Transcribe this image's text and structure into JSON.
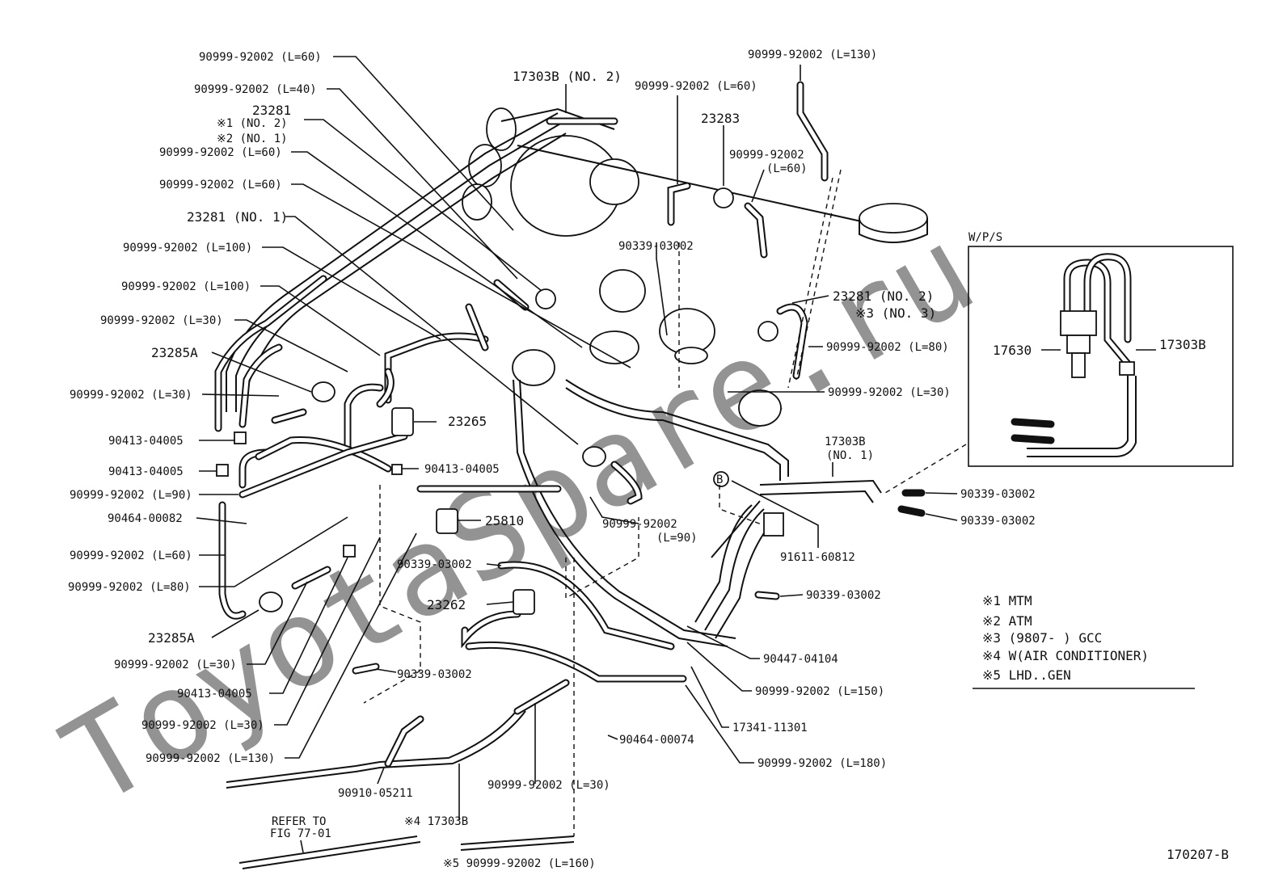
{
  "watermark": "ToyotaSpare.ru",
  "figure_id": "170207-B",
  "inset": {
    "label": "W/P/S",
    "part_left": "17630",
    "part_right": "17303B"
  },
  "labels": {
    "l1": "90999-92002 (L=60)",
    "l2": "90999-92002 (L=40)",
    "l3": "23281",
    "l3a": "※1 (NO. 2)",
    "l3b": "※2 (NO. 1)",
    "l4": "90999-92002 (L=60)",
    "l5": "90999-92002 (L=60)",
    "l6": "23281 (NO. 1)",
    "l7": "90999-92002 (L=100)",
    "l8": "90999-92002 (L=100)",
    "l9": "90999-92002 (L=30)",
    "l10": "23285A",
    "l11": "90999-92002 (L=30)",
    "l12": "90413-04005",
    "l13": "90413-04005",
    "l14": "90999-92002 (L=90)",
    "l15": "90464-00082",
    "l16": "90999-92002 (L=60)",
    "l17": "90999-92002 (L=80)",
    "l18": "23285A",
    "l19": "90999-92002 (L=30)",
    "l20": "90413-04005",
    "l21": "90999-92002 (L=30)",
    "l22": "90999-92002 (L=130)",
    "l23": "90910-05211",
    "l24": "REFER TO",
    "l24b": "FIG 77-01",
    "l25": "※5 90999-92002 (L=160)",
    "l26": "※4 17303B",
    "l27": "90999-92002 (L=30)",
    "l28": "90464-00074",
    "l29": "90999-92002 (L=180)",
    "l30": "17341-11301",
    "l31": "90999-92002 (L=150)",
    "l32": "90447-04104",
    "l33": "90339-03002",
    "l34": "91611-60812",
    "l35": "90339-03002",
    "l36": "90339-03002",
    "l37": "17303B",
    "l37b": "(NO. 1)",
    "l38": "90999-92002 (L=30)",
    "l39": "90999-92002 (L=80)",
    "l40": "23281 (NO. 2)",
    "l40b": "※3 (NO. 3)",
    "l41": "90339-03002",
    "l42": "90999-92002",
    "l42b": "(L=60)",
    "l43": "23283",
    "l44": "90999-92002 (L=60)",
    "l45": "90999-92002 (L=130)",
    "l46": "17303B (NO. 2)",
    "l47": "23265",
    "l48": "90413-04005",
    "l49": "25810",
    "l50": "90999-92002",
    "l50b": "(L=90)",
    "l51": "90339-03002",
    "l52": "23262",
    "l53": "90339-03002",
    "l54": "B"
  },
  "legend": [
    "※1 MTM",
    "※2 ATM",
    "※3 (9807-      ) GCC",
    "※4 W(AIR CONDITIONER)",
    "※5 LHD..GEN"
  ]
}
